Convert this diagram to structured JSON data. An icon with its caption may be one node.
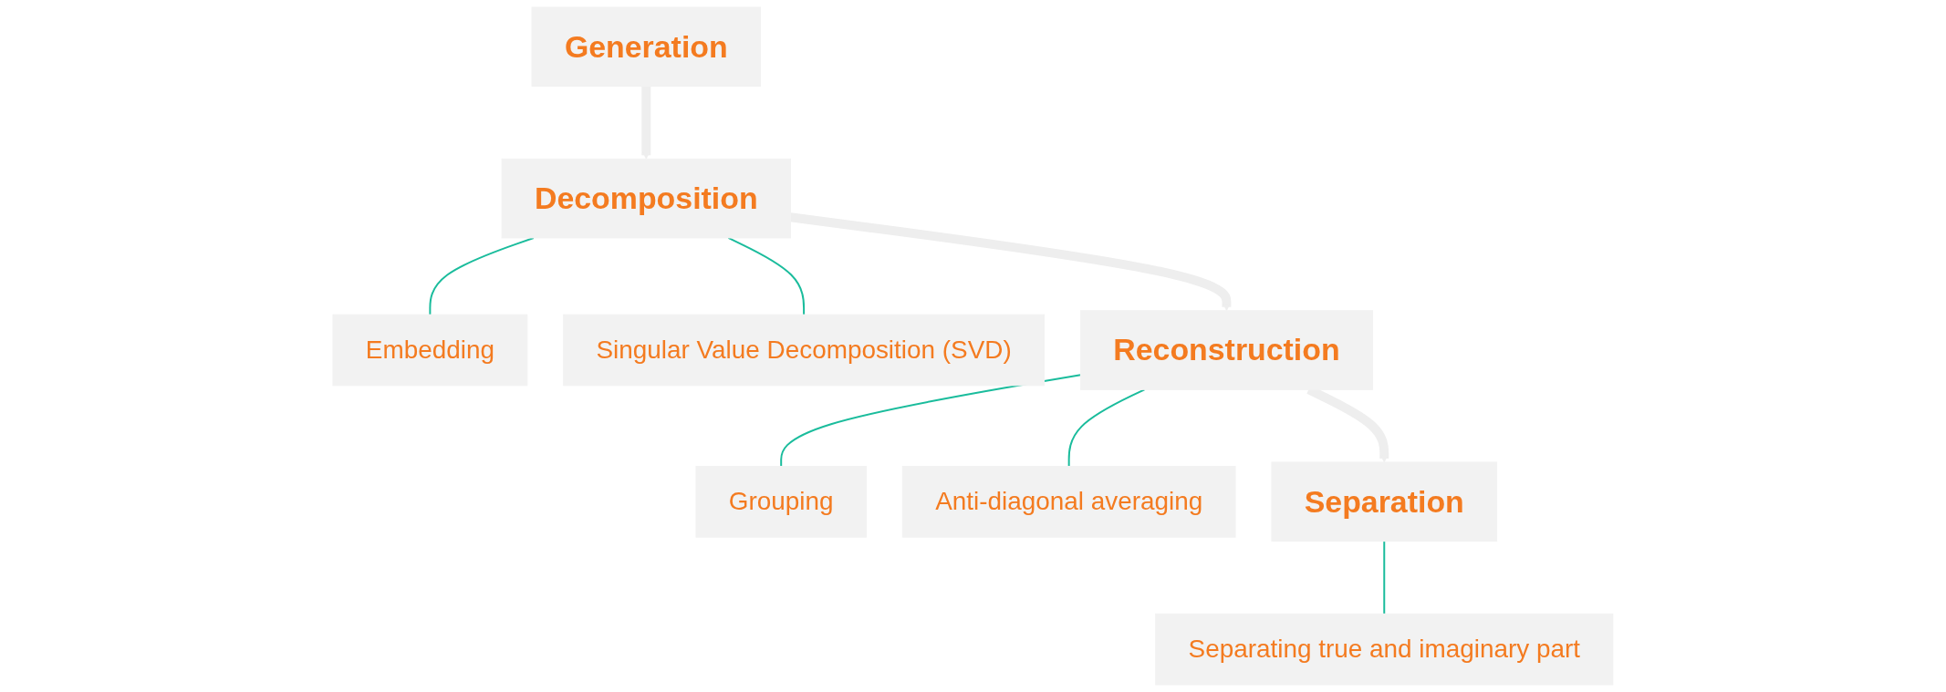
{
  "diagram": {
    "nodes": [
      {
        "text": [
          "Generation"
        ]
      },
      {
        "text": [
          "Decomposition"
        ]
      },
      {
        "text": [
          "Embedding"
        ]
      },
      {
        "text": [
          "Singular Value Decomposition (SVD)"
        ]
      },
      {
        "text": [
          "Reconstruction"
        ]
      },
      {
        "text": [
          "Grouping"
        ]
      },
      {
        "text": [
          "Anti-diagonal averaging"
        ]
      },
      {
        "text": [
          "Separation"
        ]
      },
      {
        "text": [
          "Separating true and imaginary part"
        ]
      }
    ],
    "edges": [
      {
        "from": 0,
        "to": 1,
        "arrow": "to",
        "style": "thick",
        "color": "#eeeeee"
      },
      {
        "from": 1,
        "to": 2,
        "arrow": "none"
      },
      {
        "from": 1,
        "to": 3,
        "arrow": "none"
      },
      {
        "from": 1,
        "to": 4,
        "arrow": "to",
        "style": "thick",
        "color": "#eeeeee"
      },
      {
        "from": 4,
        "to": 5,
        "arrow": "none"
      },
      {
        "from": 4,
        "to": 6,
        "arrow": "none"
      },
      {
        "from": 4,
        "to": 7,
        "arrow": "to",
        "style": "thick",
        "color": "#eeeeee"
      },
      {
        "from": 7,
        "to": 8,
        "arrow": "none"
      }
    ]
  }
}
